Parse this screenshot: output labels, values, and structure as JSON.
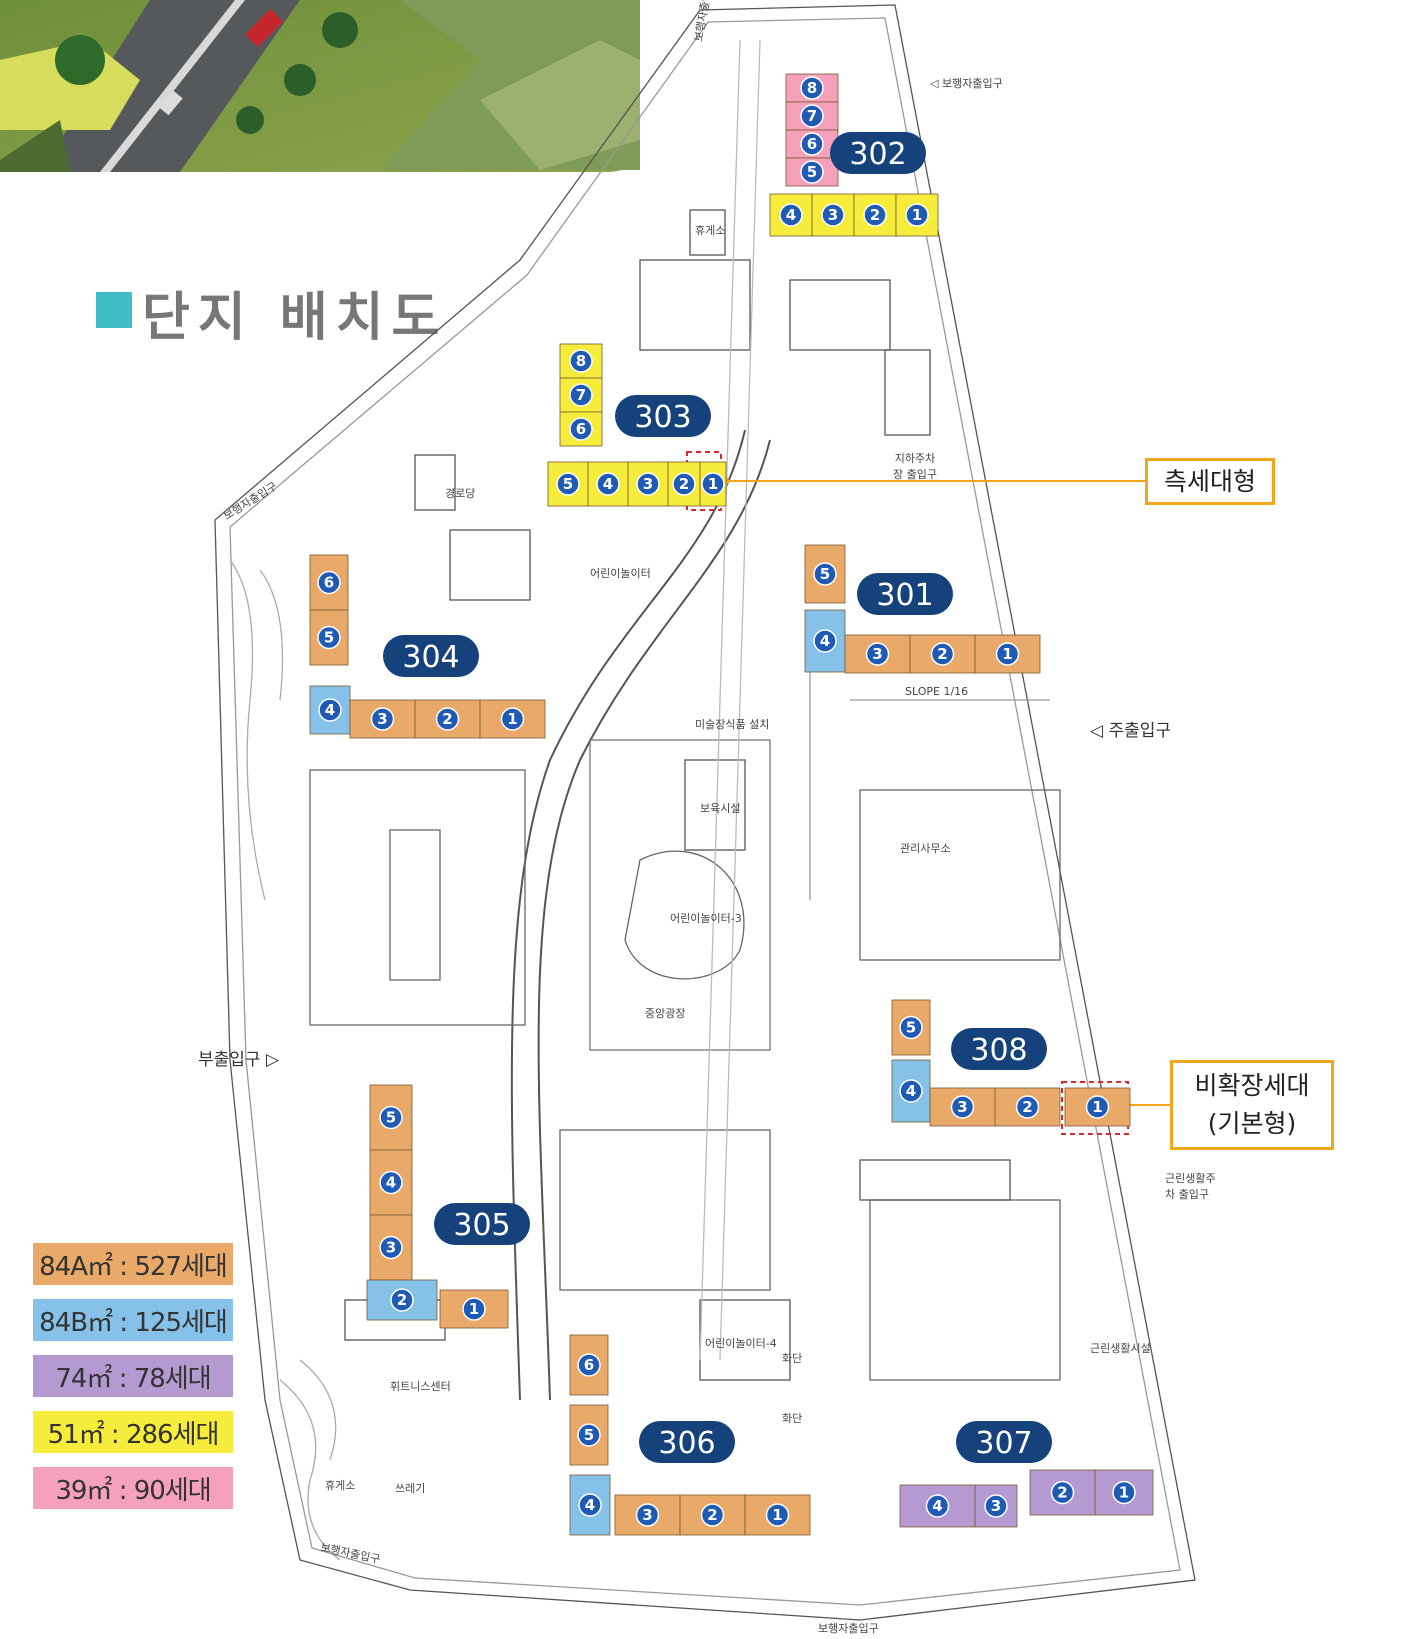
{
  "map_title": "단지 배치도",
  "legend": [
    {
      "label": "84A㎡ : 527세대",
      "color": "#e9a968"
    },
    {
      "label": "84B㎡ : 125세대",
      "color": "#85c1e9"
    },
    {
      "label": "74㎡ : 78세대",
      "color": "#b49ad0"
    },
    {
      "label": "51㎡ : 286세대",
      "color": "#f6ec3b"
    },
    {
      "label": "39㎡ : 90세대",
      "color": "#f5a1bb"
    }
  ],
  "buildings": {
    "b301": "301",
    "b302": "302",
    "b303": "303",
    "b304": "304",
    "b305": "305",
    "b306": "306",
    "b307": "307",
    "b308": "308"
  },
  "units": {
    "u302": [
      "8",
      "7",
      "6",
      "5",
      "4",
      "3",
      "2",
      "1"
    ],
    "u303": [
      "8",
      "7",
      "6",
      "5",
      "4",
      "3",
      "2",
      "1"
    ],
    "u304": [
      "6",
      "5",
      "4",
      "3",
      "2",
      "1"
    ],
    "u301": [
      "5",
      "4",
      "3",
      "2",
      "1"
    ],
    "u308": [
      "5",
      "4",
      "3",
      "2",
      "1"
    ],
    "u305": [
      "5",
      "4",
      "3",
      "2",
      "1"
    ],
    "u306": [
      "6",
      "5",
      "4",
      "3",
      "2",
      "1"
    ],
    "u307": [
      "4",
      "3",
      "2",
      "1"
    ]
  },
  "callouts": {
    "side_unit": "측세대형",
    "non_expanded_line1": "비확장세대",
    "non_expanded_line2": "(기본형)"
  },
  "entrances": {
    "main": "주출입구",
    "sub": "부출입구",
    "pedestrian_top": "보행자출입구",
    "pedestrian_top_right": "보행자출입구",
    "pedestrian_left": "보행자출입구",
    "pedestrian_bottom_left": "보행자출입구",
    "pedestrian_bottom": "보행자출입구"
  },
  "facilities": {
    "rest_area_top": "휴게소",
    "senior_center": "경로당",
    "childcare": "보육시설",
    "central_plaza": "중앙광장",
    "art_install": "미술장식품 설치",
    "management_office": "관리사무소",
    "parking_entrance": "지하주차장 출입구",
    "community_parking": "근린생활주차 출입구",
    "community_facility": "근린생활시설",
    "rest_area_bottom": "휴게소",
    "garbage": "쓰레기",
    "fitness": "휘트니스센터",
    "playground_1": "어린이놀이터",
    "playground_3": "어린이놀이터-3",
    "playground_4": "어린이놀이터-4",
    "slope": "SLOPE 1/16",
    "flowerbed_1": "화단",
    "flowerbed_2": "화단",
    "unit_84a": "84A",
    "unit_84b": "84B",
    "unit_51": "51",
    "unit_39": "39",
    "unit_74": "74"
  }
}
